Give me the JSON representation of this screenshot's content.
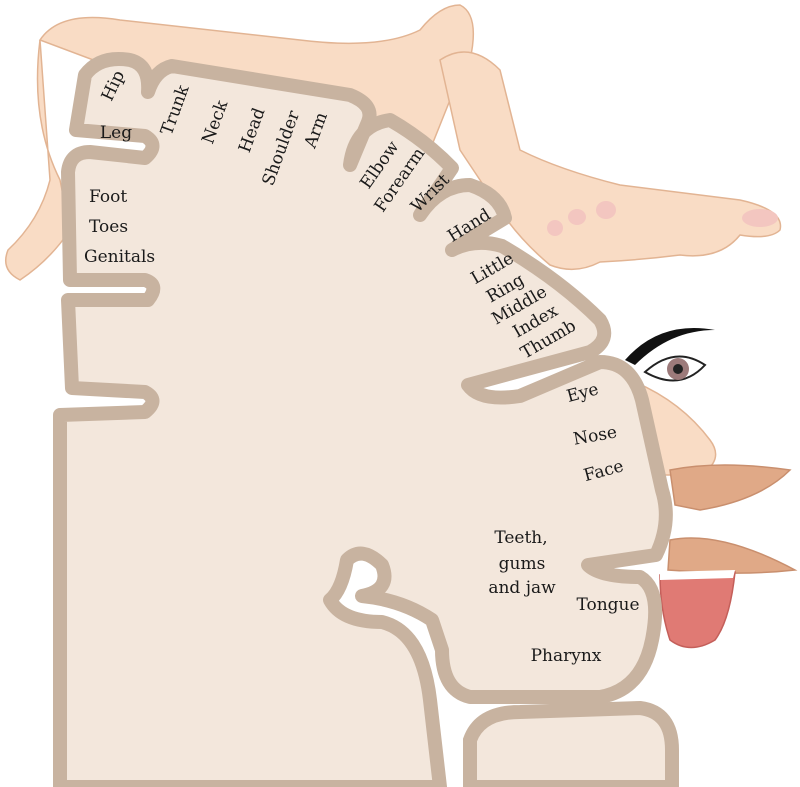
{
  "colors": {
    "cortex_fill": "#f3e7dc",
    "cortex_border": "#c8b3a0",
    "skin": "#f9dcc5",
    "skin_outline": "#e2b493",
    "lips": "#e0a987",
    "tongue": "#e07a74",
    "eyebrow": "#111111",
    "iris": "#9c7a7a"
  },
  "labels": {
    "hip": "Hip",
    "leg": "Leg",
    "trunk": "Trunk",
    "neck": "Neck",
    "head": "Head",
    "shoulder": "Shoulder",
    "arm": "Arm",
    "elbow": "Elbow",
    "forearm": "Forearm",
    "wrist": "Wrist",
    "hand": "Hand",
    "little": "Little",
    "ring": "Ring",
    "middle": "Middle",
    "index": "Index",
    "thumb": "Thumb",
    "foot": "Foot",
    "toes": "Toes",
    "genitals": "Genitals",
    "eye": "Eye",
    "nose": "Nose",
    "face": "Face",
    "teeth_line1": "Teeth,",
    "teeth_line2": "gums",
    "teeth_line3": "and jaw",
    "tongue": "Tongue",
    "pharynx": "Pharynx"
  }
}
